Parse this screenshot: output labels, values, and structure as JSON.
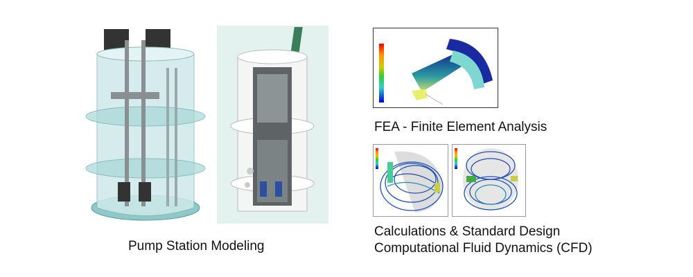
{
  "captions": {
    "pump": "Pump Station Modeling",
    "fea": "FEA - Finite Element Analysis",
    "calc": "Calculations & Standard Design",
    "cfd": "Computational Fluid Dynamics (CFD)"
  },
  "colors": {
    "mint_bg": "#e3f2ee",
    "tank": "#bfe3e3",
    "flow": "#1e4fb5"
  }
}
